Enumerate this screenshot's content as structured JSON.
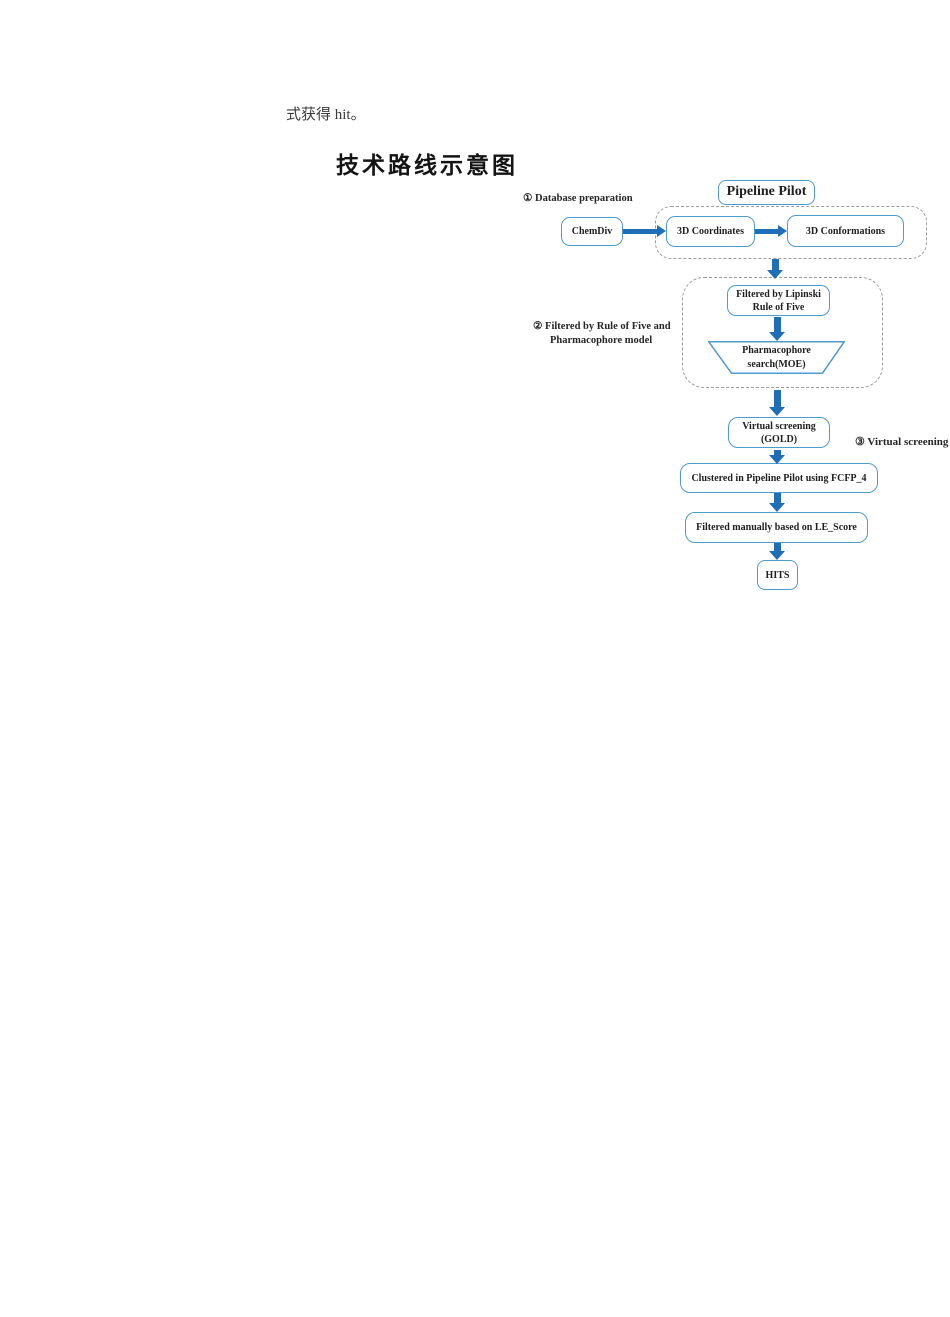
{
  "page": {
    "intro_text": "式获得 hit。",
    "title": "技术路线示意图"
  },
  "flowchart": {
    "colors": {
      "box_border": "#4e9bcd",
      "arrow": "#1f6fb8",
      "dashed_border": "#9b9b9b",
      "text": "#1f1f1f"
    },
    "steps": {
      "step1": "①  Database preparation",
      "step2_line1": "②  Filtered by Rule of Five and",
      "step2_line2": "Pharmacophore model",
      "step3": "③  Virtual screening"
    },
    "nodes": {
      "pipeline_pilot": "Pipeline Pilot",
      "chemdiv": "ChemDiv",
      "coordinates_3d": "3D Coordinates",
      "conformations_3d": "3D Conformations",
      "lipinski_line1": "Filtered by Lipinski",
      "lipinski_line2": "Rule of Five",
      "pharmacophore_line1": "Pharmacophore",
      "pharmacophore_line2": "search(MOE)",
      "virtual_screening_line1": "Virtual screening",
      "virtual_screening_line2": "(GOLD)",
      "clustered": "Clustered in Pipeline Pilot using FCFP_4",
      "filtered_manual": "Filtered manually based on LE_Score",
      "hits": "HITS"
    }
  }
}
